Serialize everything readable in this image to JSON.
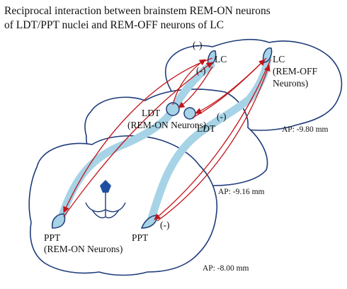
{
  "title": {
    "line1": "Reciprocal interaction between brainstem REM-ON neurons",
    "line2": "of LDT/PPT nuclei and REM-OFF neurons of LC"
  },
  "labels": {
    "lc_left": "LC",
    "lc_right_l1": "LC",
    "lc_right_l2": "(REM-OFF",
    "lc_right_l3": "Neurons)",
    "ldt_left_l1": "LDT",
    "ldt_left_l2": "(REM-ON Neurons)",
    "ldt_right": "LDT",
    "ppt_left_l1": "PPT",
    "ppt_left_l2": "(REM-ON Neurons)",
    "ppt_right": "PPT",
    "inhib_1": "(-)",
    "inhib_2": "(-)",
    "inhib_3": "(-)",
    "inhib_4": "(-)"
  },
  "ap_levels": {
    "top": "AP: -9.80 mm",
    "middle": "AP: -9.16 mm",
    "bottom": "AP: -8.00 mm"
  },
  "colors": {
    "outline": "#1f3c7a",
    "tract": "#a7d3e6",
    "projection": "#c0161b",
    "nucleus": "#a7d3e6",
    "midline": "#1f4fa0"
  }
}
